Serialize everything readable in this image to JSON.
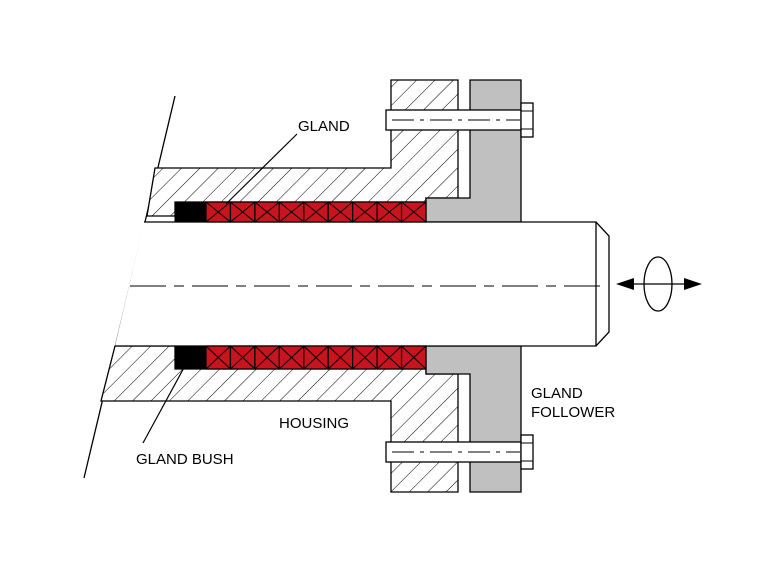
{
  "labels": {
    "gland": "GLAND",
    "gland_bush": "GLAND BUSH",
    "housing": "HOUSING",
    "gland_follower_line1": "GLAND",
    "gland_follower_line2": "FOLLOWER"
  },
  "colors": {
    "packing": "#c8141e",
    "bush": "#000000",
    "follower": "#c0c0c0",
    "outline": "#000000",
    "background": "#ffffff"
  },
  "packing_ring_count": 9,
  "motion_symbol": "rotation-and-axial-arrows"
}
